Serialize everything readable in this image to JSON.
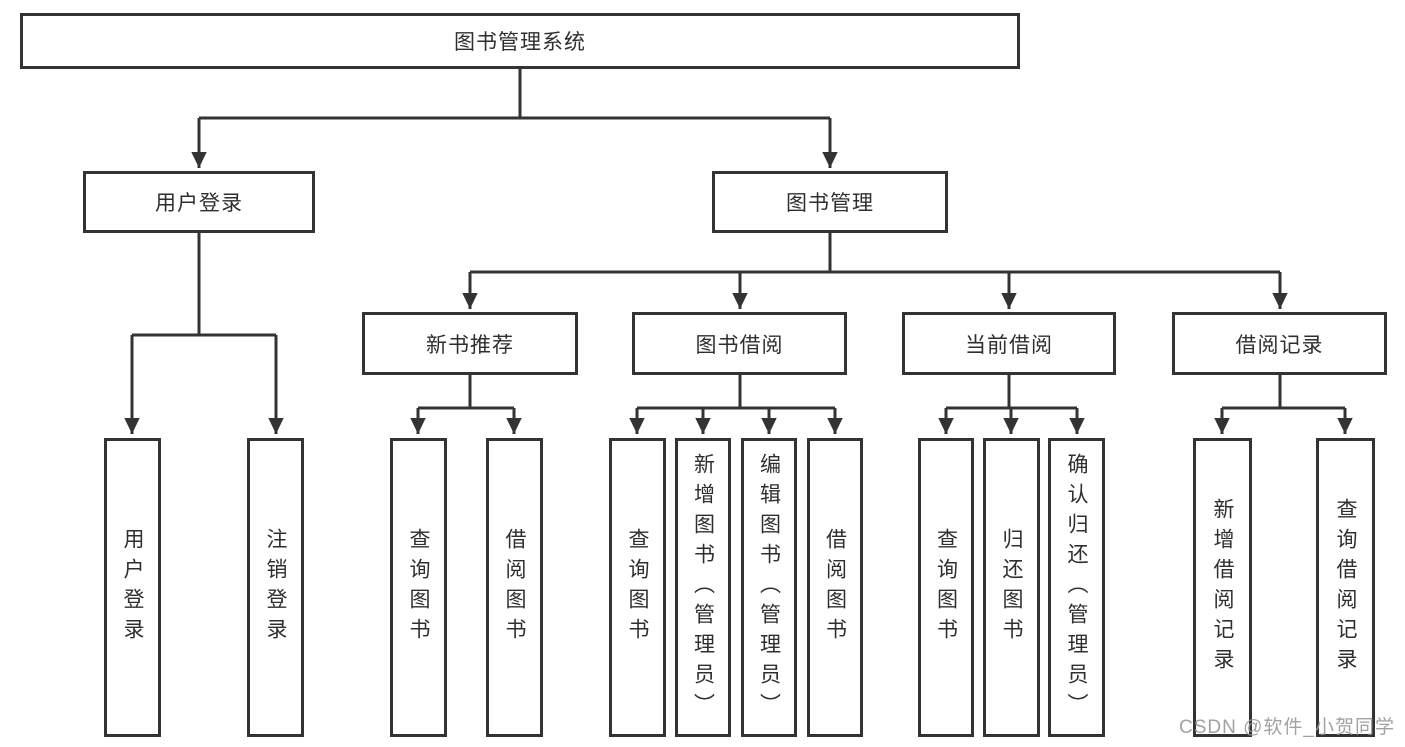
{
  "tree": {
    "root": "图书管理系统",
    "l1": [
      "用户登录",
      "图书管理"
    ],
    "l2": [
      "新书推荐",
      "图书借阅",
      "当前借阅",
      "借阅记录"
    ],
    "leaves": [
      "用户登录",
      "注销登录",
      "查询图书",
      "借阅图书",
      "查询图书",
      "新增图书（管理员）",
      "编辑图书（管理员）",
      "借阅图书",
      "查询图书",
      "归还图书",
      "确认归还（管理员）",
      "新增借阅记录",
      "查询借阅记录"
    ]
  },
  "hierarchy": {
    "图书管理系统": {
      "用户登录": [
        "用户登录",
        "注销登录"
      ],
      "图书管理": {
        "新书推荐": [
          "查询图书",
          "借阅图书"
        ],
        "图书借阅": [
          "查询图书",
          "新增图书（管理员）",
          "编辑图书（管理员）",
          "借阅图书"
        ],
        "当前借阅": [
          "查询图书",
          "归还图书",
          "确认归还（管理员）"
        ],
        "借阅记录": [
          "新增借阅记录",
          "查询借阅记录"
        ]
      }
    }
  },
  "watermark": "CSDN @软件_小贺同学",
  "colors": {
    "line": "#333333",
    "box_border": "#333333",
    "box_fill": "#ffffff",
    "text": "#2f2f2f",
    "watermark": "#989898",
    "background": "#ffffff"
  }
}
